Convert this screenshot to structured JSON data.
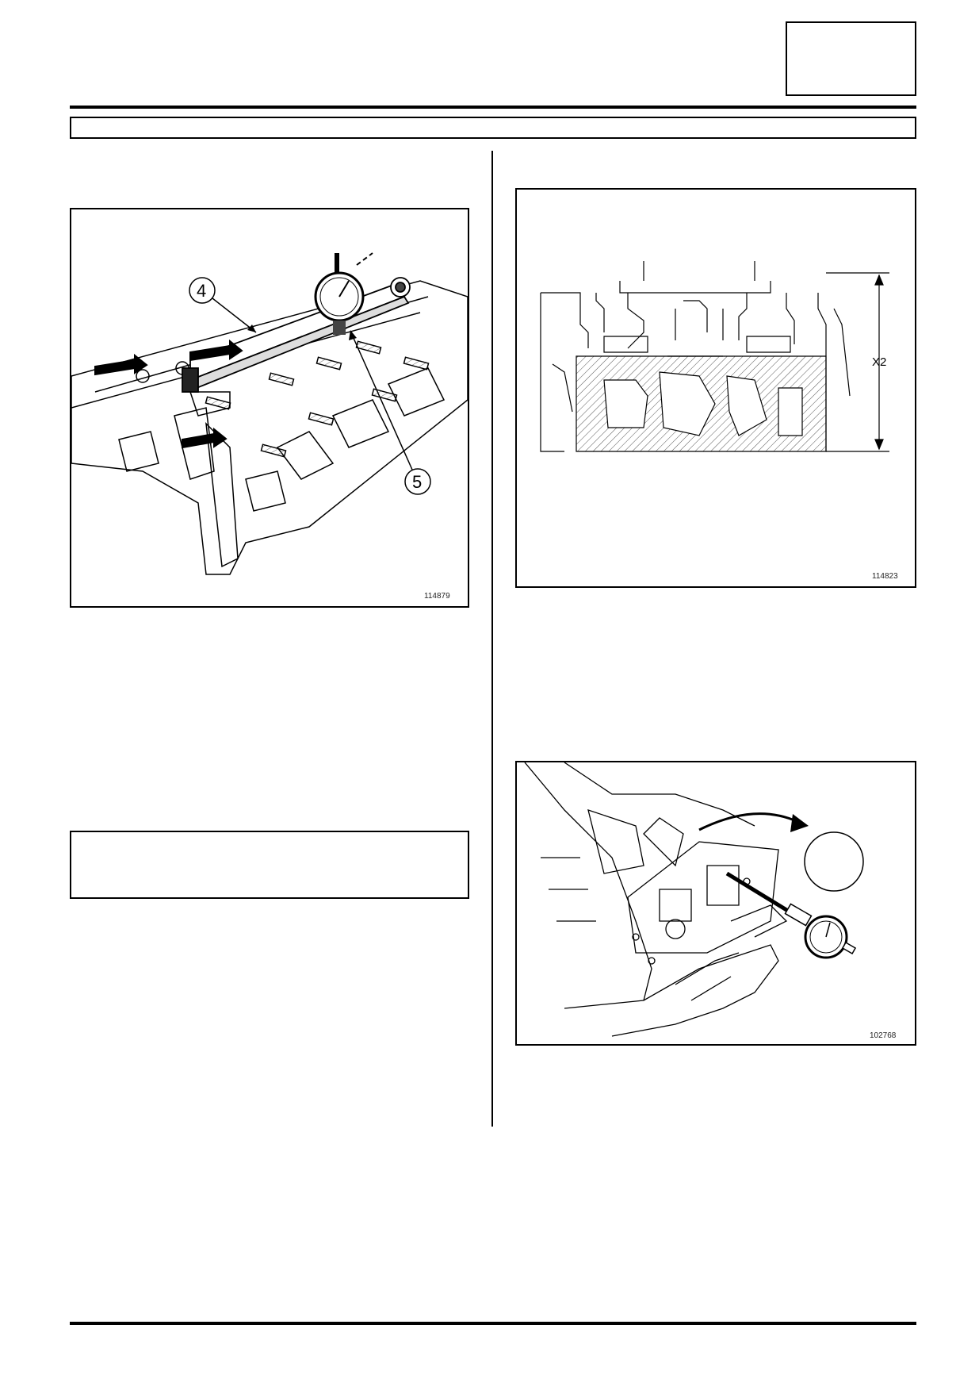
{
  "figures": {
    "fig1": {
      "id": "114879",
      "callout_4": "4",
      "callout_5": "5"
    },
    "fig2": {
      "id": "114823",
      "dimension_label": "X2"
    },
    "fig3": {
      "id": "102768"
    }
  },
  "colors": {
    "line": "#000000",
    "background": "#ffffff",
    "hatch": "#555555"
  },
  "icons": [
    "dial-gauge-icon",
    "cylinder-head-drawing",
    "section-drawing",
    "hand-gauge-drawing"
  ]
}
